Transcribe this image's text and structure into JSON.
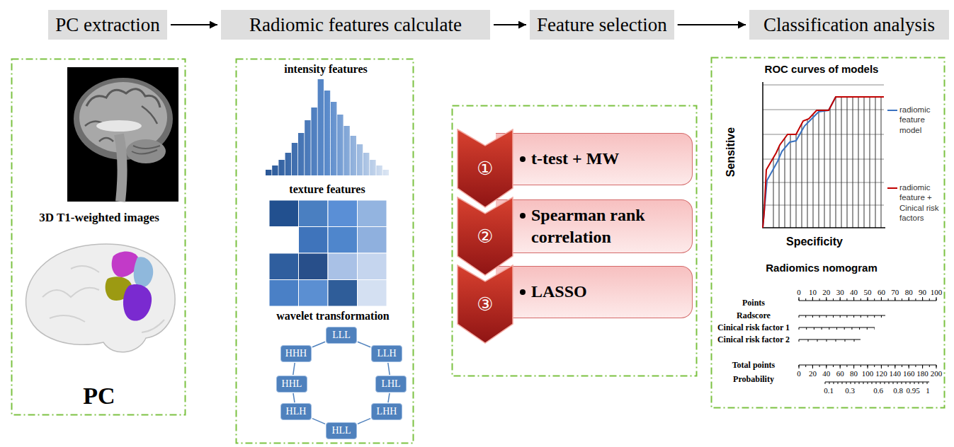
{
  "diagram": {
    "nodes": [
      {
        "text": [
          "PC extraction"
        ]
      },
      {
        "text": [
          "Radiomic features calculate"
        ]
      },
      {
        "text": [
          "Feature selection"
        ]
      },
      {
        "text": [
          "Classification analysis"
        ]
      },
      {
        "text": [
          "3D T1-weighted images",
          "PC"
        ]
      },
      {
        "text": [
          "intensity features",
          "texture features",
          "wavelet transformation"
        ]
      },
      {
        "text": [
          "LLL"
        ],
        "in": 5
      },
      {
        "text": [
          "LLH"
        ],
        "in": 5
      },
      {
        "text": [
          "LHL"
        ],
        "in": 5
      },
      {
        "text": [
          "LHH"
        ],
        "in": 5
      },
      {
        "text": [
          "HLL"
        ],
        "in": 5
      },
      {
        "text": [
          "HLH"
        ],
        "in": 5
      },
      {
        "text": [
          "HHL"
        ],
        "in": 5
      },
      {
        "text": [
          "HHH"
        ],
        "in": 5
      },
      {
        "text": []
      },
      {
        "text": [
          "①"
        ],
        "in": 14
      },
      {
        "text": [
          "t-test + MW"
        ],
        "in": 14
      },
      {
        "text": [
          "②"
        ],
        "in": 14
      },
      {
        "text": [
          "Spearman rank correlation"
        ],
        "in": 14
      },
      {
        "text": [
          "③"
        ],
        "in": 14
      },
      {
        "text": [
          "LASSO"
        ],
        "in": 14
      },
      {
        "text": [
          "ROC curves of models",
          "Radiomics nomogram"
        ]
      }
    ],
    "edges": [
      {
        "from": 0,
        "to": 1,
        "arrow": "to"
      },
      {
        "from": 1,
        "to": 2,
        "arrow": "to"
      },
      {
        "from": 2,
        "to": 3,
        "arrow": "to"
      },
      {
        "from": 6,
        "to": 7,
        "arrow": "none"
      },
      {
        "from": 7,
        "to": 8,
        "arrow": "none"
      },
      {
        "from": 8,
        "to": 9,
        "arrow": "none"
      },
      {
        "from": 9,
        "to": 10,
        "arrow": "none"
      },
      {
        "from": 10,
        "to": 11,
        "arrow": "none"
      },
      {
        "from": 11,
        "to": 12,
        "arrow": "none"
      },
      {
        "from": 12,
        "to": 13,
        "arrow": "none"
      },
      {
        "from": 13,
        "to": 6,
        "arrow": "none"
      }
    ],
    "labels": [
      "Sensitive",
      "Specificity",
      "Points",
      "Radscore",
      "Cinical risk factor 1",
      "Cinical risk factor 2",
      "Total points",
      "Probability",
      "0",
      "10",
      "20",
      "30",
      "40",
      "50",
      "60",
      "70",
      "80",
      "90",
      "100",
      "0",
      "20",
      "40",
      "60",
      "80",
      "100",
      "120",
      "140",
      "160",
      "180",
      "200",
      "0.1",
      "0.3",
      "0.6",
      "0.8",
      "0.95",
      "1"
    ],
    "legend": [
      {
        "text": "radiomic feature model"
      },
      {
        "text": "radiomic feature + Cinical risk factors"
      }
    ]
  }
}
